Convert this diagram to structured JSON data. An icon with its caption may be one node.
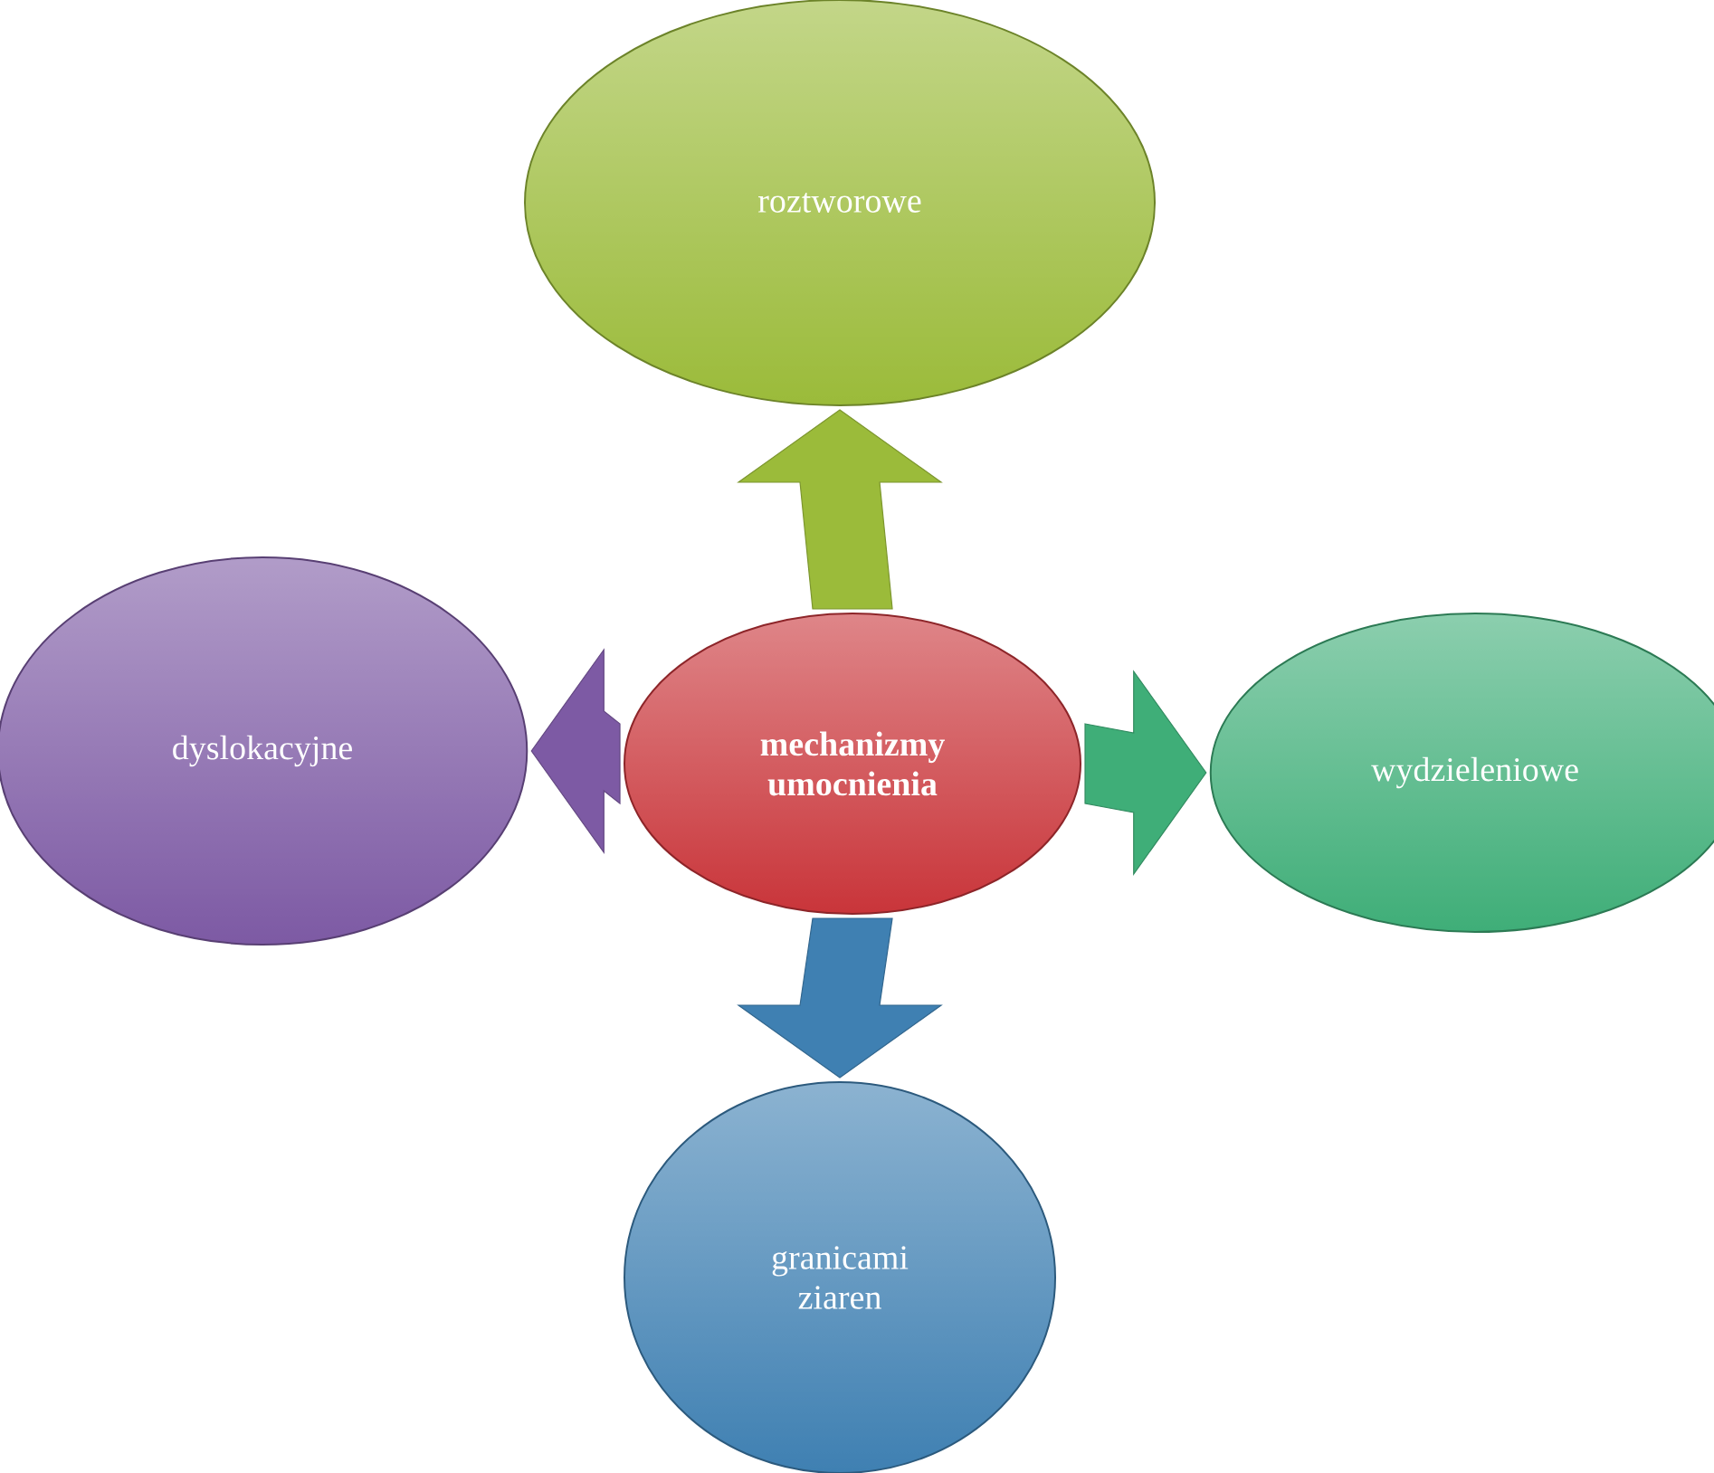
{
  "diagram": {
    "nodes": [
      {
        "text": [
          "mechanizmy umocnienia"
        ]
      },
      {
        "text": [
          "roztworowe"
        ]
      },
      {
        "text": [
          "dyslokacyjne"
        ]
      },
      {
        "text": [
          "wydzieleniowe"
        ]
      },
      {
        "text": [
          "granicami ziaren"
        ]
      }
    ],
    "edges": [
      {
        "from": 0,
        "to": 1,
        "arrow": "to",
        "color": "#9bbb3a"
      },
      {
        "from": 0,
        "to": 2,
        "arrow": "to",
        "color": "#7d5aa4"
      },
      {
        "from": 0,
        "to": 3,
        "arrow": "to",
        "color": "#3fae78"
      },
      {
        "from": 0,
        "to": 4,
        "arrow": "to",
        "color": "#3f80b2"
      }
    ]
  }
}
